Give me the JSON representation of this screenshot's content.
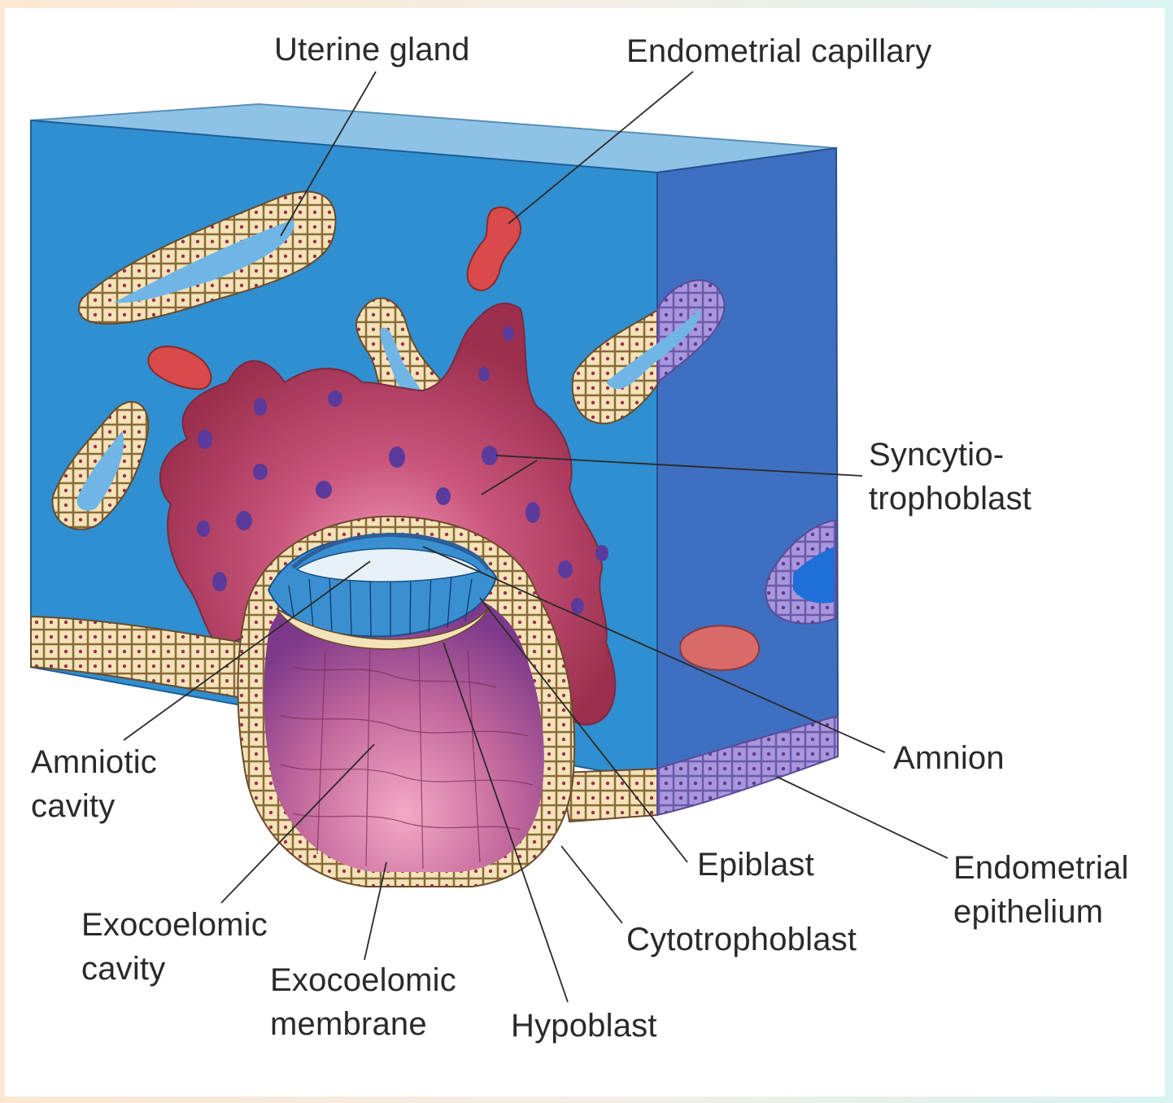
{
  "labels": {
    "uterine_gland": "Uterine gland",
    "endometrial_capillary": "Endometrial capillary",
    "syncytiotrophoblast": [
      "Syncytio-",
      "trophoblast"
    ],
    "amniotic_cavity": [
      "Amniotic",
      "cavity"
    ],
    "amnion": "Amnion",
    "epiblast": "Epiblast",
    "endometrial_epithelium": [
      "Endometrial",
      "epithelium"
    ],
    "exocoelomic_cavity": [
      "Exocoelomic",
      "cavity"
    ],
    "exocoelomic_membrane": [
      "Exocoelomic",
      "membrane"
    ],
    "cytotrophoblast": "Cytotrophoblast",
    "hypoblast": "Hypoblast"
  },
  "colors": {
    "stroma_front": "#2f8fd0",
    "stroma_side": "#3f6fc0",
    "stroma_top": "#8fc3e6",
    "gland_cells": "#f4e3b8",
    "capillary": "#d94a4a",
    "syncytiotrophoblast": "#a83a5c",
    "exocoelomic_cavity": "#c96fa0",
    "epithelium_side": "#9a8ad8"
  }
}
